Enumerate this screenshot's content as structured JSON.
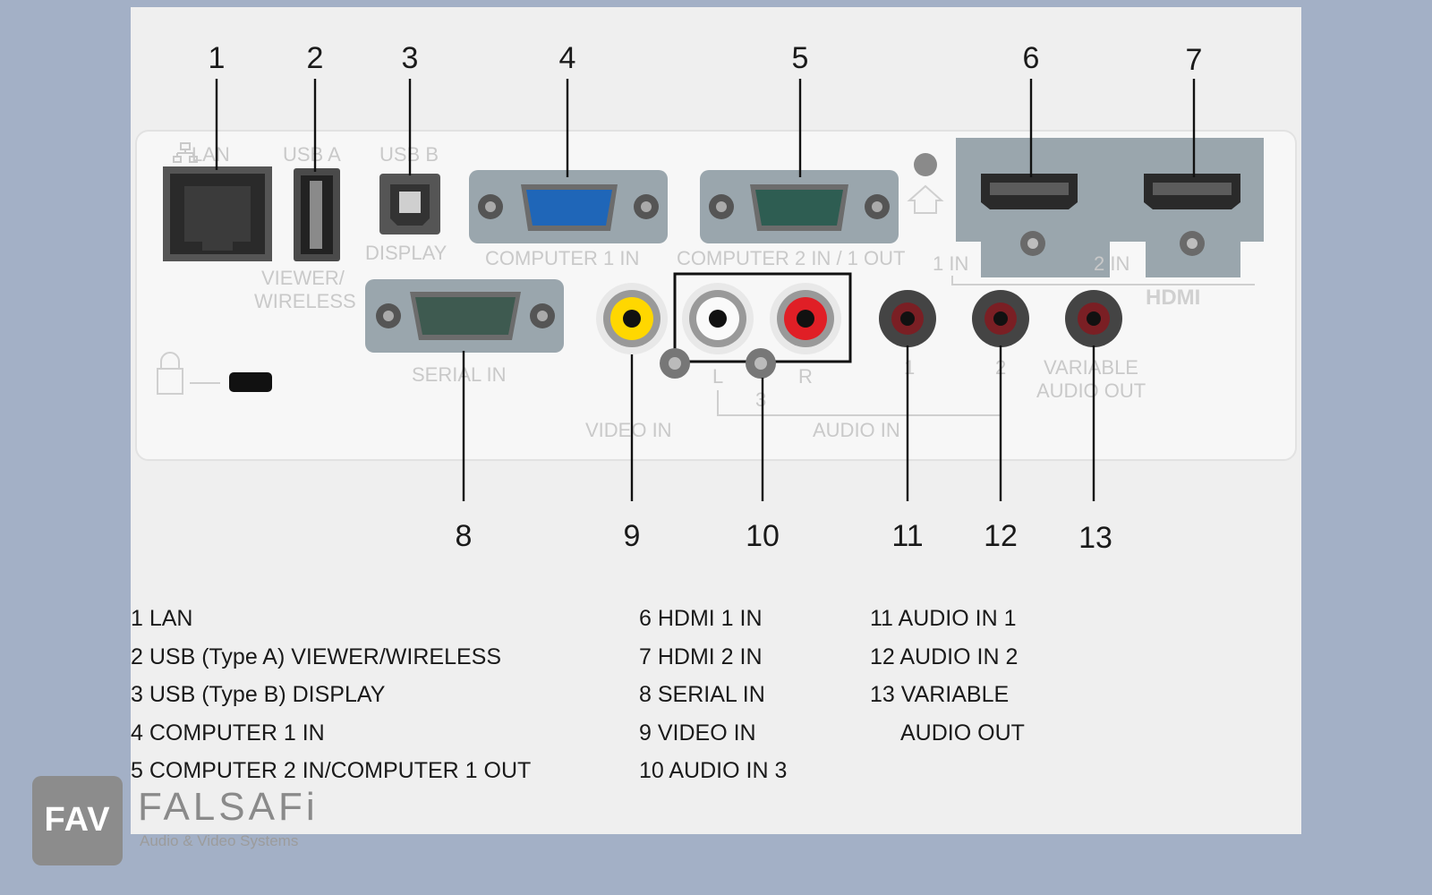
{
  "callouts": [
    "1",
    "2",
    "3",
    "4",
    "5",
    "6",
    "7",
    "8",
    "9",
    "10",
    "11",
    "12",
    "13"
  ],
  "panel_labels": {
    "lan": "LAN",
    "usb_a": "USB A",
    "usb_b": "USB B",
    "display": "DISPLAY",
    "viewer": "VIEWER/",
    "wireless": "WIRELESS",
    "computer1_in": "COMPUTER 1 IN",
    "computer2": "COMPUTER 2 IN / 1 OUT",
    "hdmi_1in": "1 IN",
    "hdmi_2in": "2 IN",
    "hdmi_logo": "HDMI",
    "serial_in": "SERIAL IN",
    "video_in": "VIDEO IN",
    "audio_in": "AUDIO IN",
    "l": "L",
    "r": "R",
    "three": "3",
    "one": "1",
    "two": "2",
    "variable": "VARIABLE",
    "audio_out": "AUDIO OUT"
  },
  "legend": {
    "col1": [
      "1 LAN",
      "2 USB (Type A) VIEWER/WIRELESS",
      "3 USB (Type B) DISPLAY",
      "4 COMPUTER 1 IN",
      "5 COMPUTER 2 IN/COMPUTER 1 OUT"
    ],
    "col2": [
      "6 HDMI 1 IN",
      "7 HDMI 2 IN",
      "8 SERIAL IN",
      "9 VIDEO IN",
      "10 AUDIO IN 3"
    ],
    "col3": [
      "11 AUDIO IN 1",
      "12 AUDIO IN 2",
      "13 VARIABLE",
      "AUDIO OUT"
    ]
  },
  "brand": {
    "logo": "FAV",
    "name": "FALSAFi",
    "tagline": "Audio & Video Systems"
  }
}
